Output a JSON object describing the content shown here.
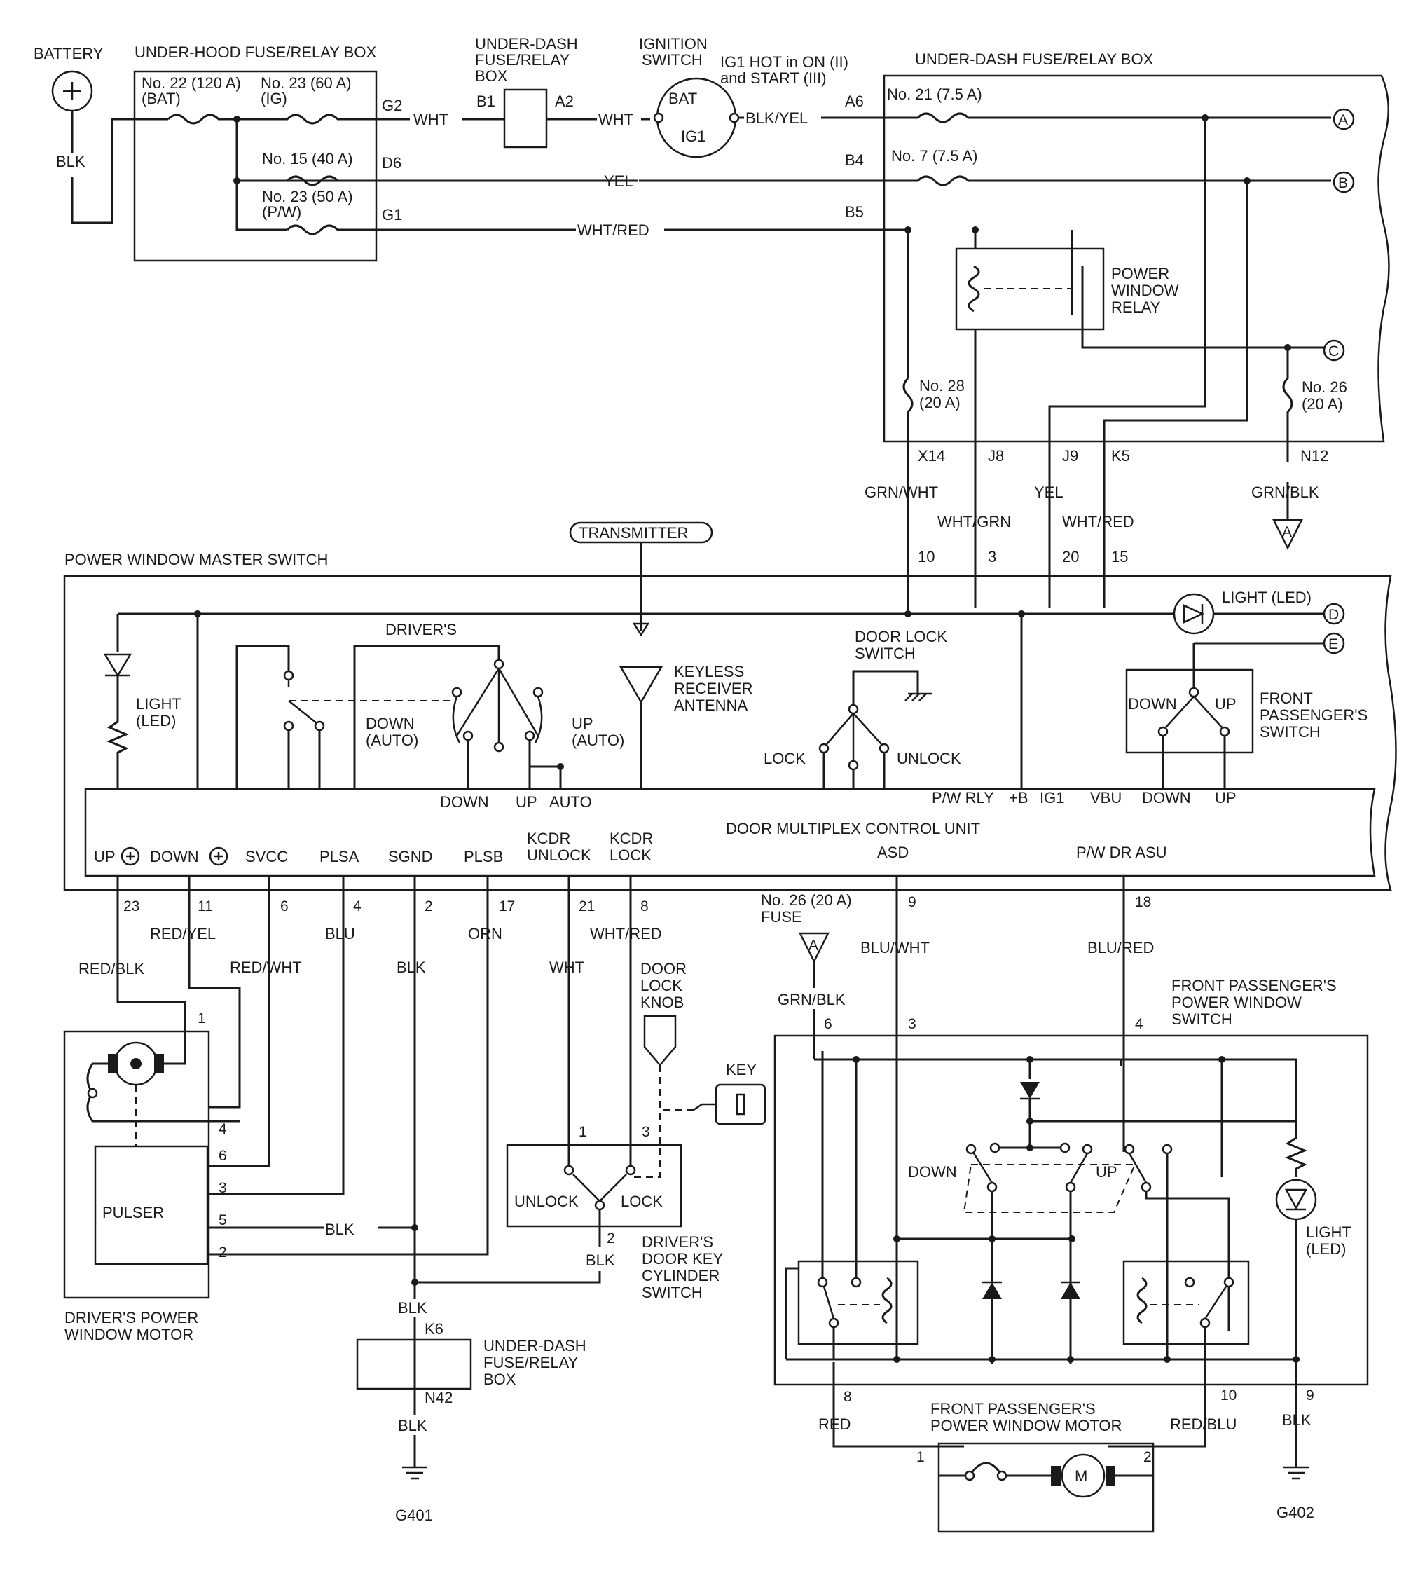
{
  "colors": {
    "ink": "#1a1a1a",
    "paper": "#ffffff"
  },
  "top": {
    "battery": "BATTERY",
    "battery_wire": "BLK",
    "underhood_box": "UNDER-HOOD FUSE/RELAY BOX",
    "fuse22_a": "No. 22 (120 A)",
    "fuse22_b": "(BAT)",
    "fuse23ig_a": "No. 23 (60 A)",
    "fuse23ig_b": "(IG)",
    "fuse15": "No. 15 (40 A)",
    "fuse23pw_a": "No. 23 (50 A)",
    "fuse23pw_b": "(P/W)",
    "pin_g2": "G2",
    "pin_d6": "D6",
    "pin_g1": "G1",
    "wire_wht1": "WHT",
    "dash_box_a": "UNDER-DASH",
    "dash_box_b": "FUSE/RELAY",
    "dash_box_c": "BOX",
    "pin_b1": "B1",
    "pin_a2": "A2",
    "wire_wht2": "WHT",
    "ign_a": "IGNITION",
    "ign_b": "SWITCH",
    "ign_bat": "BAT",
    "ign_ig1": "IG1",
    "ig1hot_a": "IG1 HOT in ON (II)",
    "ig1hot_b": "and START (III)",
    "wire_blkyel": "BLK/YEL",
    "pin_a6": "A6",
    "wire_yel": "YEL",
    "pin_b4": "B4",
    "wire_whtred": "WHT/RED",
    "pin_b5": "B5",
    "ud_box": "UNDER-DASH FUSE/RELAY BOX",
    "fuse21": "No. 21 (7.5 A)",
    "fuse7": "No. 7 (7.5 A)",
    "relay_a": "POWER",
    "relay_b": "WINDOW",
    "relay_c": "RELAY",
    "fuse28_a": "No. 28",
    "fuse28_b": "(20 A)",
    "fuse26_a": "No. 26",
    "fuse26_b": "(20 A)",
    "conn_a": "A",
    "conn_b": "B",
    "conn_c": "C",
    "pin_x14": "X14",
    "pin_j8": "J8",
    "pin_j9": "J9",
    "pin_k5": "K5",
    "pin_n12": "N12",
    "wire_grnwht": "GRN/WHT",
    "wire_whtgrn": "WHT/GRN",
    "wire_yel2": "YEL",
    "wire_whtred2": "WHT/RED",
    "wire_grnblk": "GRN/BLK",
    "tri_a": "A"
  },
  "master": {
    "title": "POWER WINDOW MASTER SWITCH",
    "transmitter": "TRANSMITTER",
    "pin_10": "10",
    "pin_3": "3",
    "pin_20": "20",
    "pin_15": "15",
    "light_a": "LIGHT",
    "light_b": "(LED)",
    "drivers": "DRIVER'S",
    "down_a": "DOWN",
    "down_b": "(AUTO)",
    "up_a": "UP",
    "up_b": "(AUTO)",
    "keyless_a": "KEYLESS",
    "keyless_b": "RECEIVER",
    "keyless_c": "ANTENNA",
    "dls_a": "DOOR LOCK",
    "dls_b": "SWITCH",
    "lock": "LOCK",
    "unlock": "UNLOCK",
    "light_r_a": "LIGHT (LED)",
    "conn_d": "D",
    "conn_e": "E",
    "fps_down": "DOWN",
    "fps_up": "UP",
    "fps_a": "FRONT",
    "fps_b": "PASSENGER'S",
    "fps_c": "SWITCH",
    "t_down": "DOWN",
    "t_up": "UP",
    "t_auto": "AUTO",
    "t_pwrly": "P/W RLY",
    "t_b": "+B",
    "t_ig1": "IG1",
    "t_vbu": "VBU",
    "t_down2": "DOWN",
    "t_up2": "UP",
    "dmcu": "DOOR MULTIPLEX CONTROL UNIT",
    "b_up": "UP",
    "b_down": "DOWN",
    "b_svcc": "SVCC",
    "b_plsa": "PLSA",
    "b_sgnd": "SGND",
    "b_plsb": "PLSB",
    "b_kcdr_u_a": "KCDR",
    "b_kcdr_u_b": "UNLOCK",
    "b_kcdr_l_a": "KCDR",
    "b_kcdr_l_b": "LOCK",
    "b_asd": "ASD",
    "b_pwdr": "P/W DR ASU"
  },
  "bottom": {
    "p23": "23",
    "p11": "11",
    "p6": "6",
    "p4": "4",
    "p2": "2",
    "p17": "17",
    "p21": "21",
    "p8": "8",
    "p9": "9",
    "p18": "18",
    "w_redblk": "RED/BLK",
    "w_redyel": "RED/YEL",
    "w_redwht": "RED/WHT",
    "w_blu": "BLU",
    "w_blk": "BLK",
    "w_orn": "ORN",
    "w_wht": "WHT",
    "w_whtred": "WHT/RED",
    "w_bluwht": "BLU/WHT",
    "w_blured": "BLU/RED",
    "fuse26_a": "No. 26 (20 A)",
    "fuse26_b": "FUSE",
    "tri_a": "A",
    "w_grnblk": "GRN/BLK",
    "fp6": "6",
    "fp3": "3",
    "fp4": "4",
    "fpsw_a": "FRONT PASSENGER'S",
    "fpsw_b": "POWER WINDOW",
    "fpsw_c": "SWITCH",
    "dlk_a": "DOOR",
    "dlk_b": "LOCK",
    "dlk_c": "KNOB",
    "key": "KEY",
    "m1": "1",
    "m4": "4",
    "m6": "6",
    "m3": "3",
    "m5": "5",
    "m2": "2",
    "pulser": "PULSER",
    "w_blk_mid": "BLK",
    "dm_a": "DRIVER'S POWER",
    "dm_b": "WINDOW MOTOR",
    "kc1": "1",
    "kc3": "3",
    "kc2": "2",
    "kc_unlock": "UNLOCK",
    "kc_lock": "LOCK",
    "kc_blk": "BLK",
    "kc_a": "DRIVER'S",
    "kc_b": "DOOR KEY",
    "kc_c": "CYLINDER",
    "kc_d": "SWITCH",
    "gnd_blk1": "BLK",
    "k6": "K6",
    "udb_a": "UNDER-DASH",
    "udb_b": "FUSE/RELAY",
    "udb_c": "BOX",
    "n42": "N42",
    "gnd_blk2": "BLK",
    "g401": "G401",
    "fp_down": "DOWN",
    "fp_up": "UP",
    "fp_light_a": "LIGHT",
    "fp_light_b": "(LED)",
    "fp8": "8",
    "fp10": "10",
    "fp9": "9",
    "w_red": "RED",
    "w_redblu": "RED/BLU",
    "w_blk9": "BLK",
    "fpm_a": "FRONT PASSENGER'S",
    "fpm_b": "POWER WINDOW MOTOR",
    "fpm_1": "1",
    "fpm_2": "2",
    "motor_m": "M",
    "g402": "G402"
  }
}
